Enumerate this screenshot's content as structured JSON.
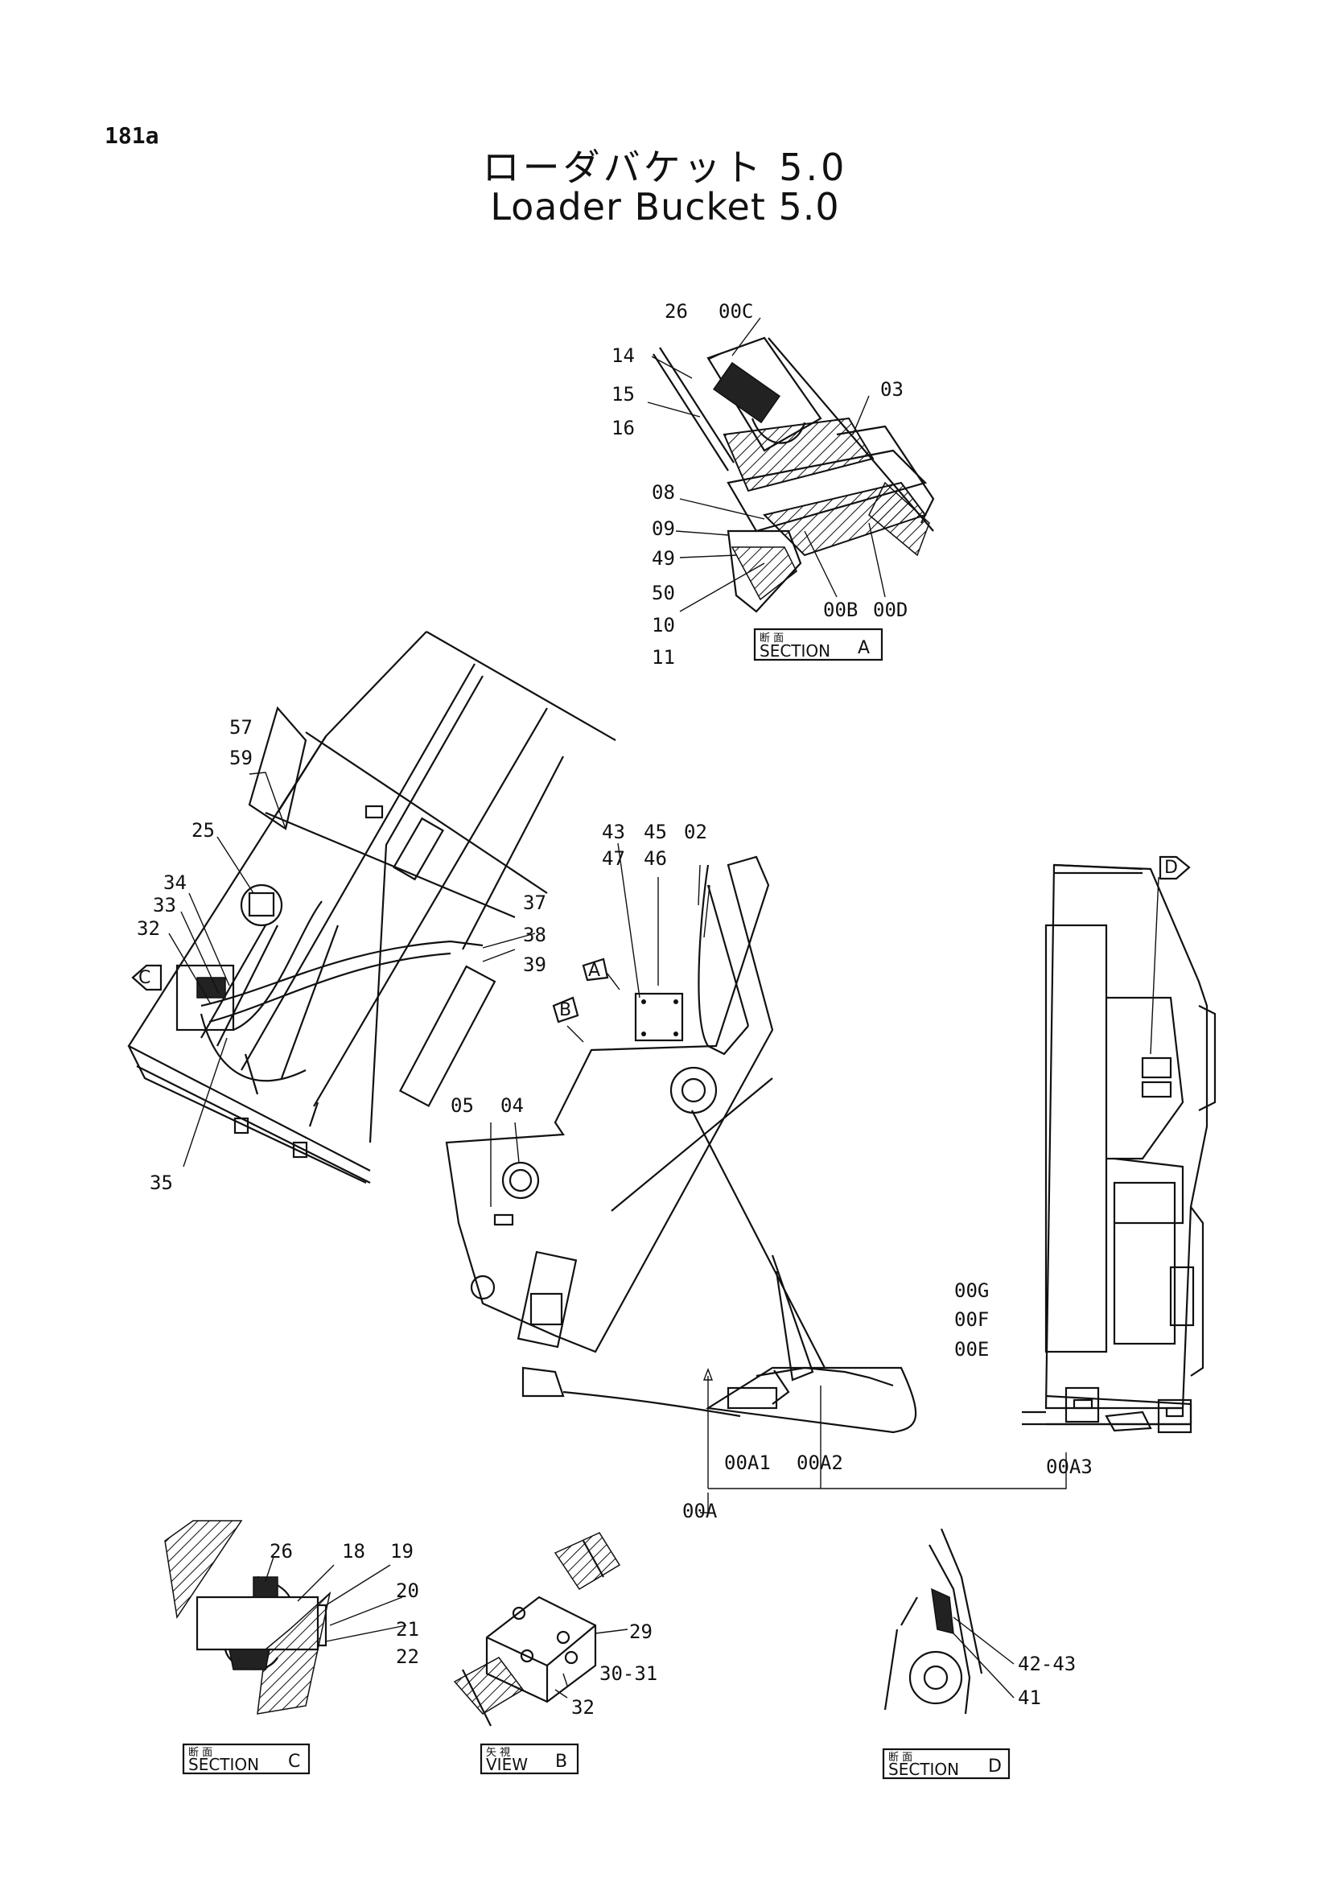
{
  "page_number": "181a",
  "title": {
    "japanese": "ローダバケット 5.0",
    "english": "Loader Bucket 5.0"
  },
  "sections": {
    "A": {
      "jp": "断 面",
      "en": "SECTION",
      "letter": "A"
    },
    "B": {
      "jp": "矢 視",
      "en": "VIEW",
      "letter": "B"
    },
    "C": {
      "jp": "断 面",
      "en": "SECTION",
      "letter": "C"
    },
    "D": {
      "jp": "断 面",
      "en": "SECTION",
      "letter": "D"
    }
  },
  "view_markers": [
    "A",
    "B",
    "C",
    "D"
  ],
  "callouts": {
    "c26a": "26",
    "c00C": "00C",
    "c14": "14",
    "c15": "15",
    "c16": "16",
    "c03": "03",
    "c08": "08",
    "c09": "09",
    "c49": "49",
    "c50": "50",
    "c10": "10",
    "c11": "11",
    "c00B": "00B",
    "c00D": "00D",
    "c57": "57",
    "c59": "59",
    "c25": "25",
    "c34": "34",
    "c33": "33",
    "c32a": "32",
    "c35": "35",
    "c37": "37",
    "c38": "38",
    "c39": "39",
    "c43": "43",
    "c47": "47",
    "c45": "45",
    "c46": "46",
    "c02": "02",
    "c05": "05",
    "c04": "04",
    "c00G": "00G",
    "c00F": "00F",
    "c00E": "00E",
    "c00A1": "00A1",
    "c00A2": "00A2",
    "c00A3": "00A3",
    "c00A": "00A",
    "c26b": "26",
    "c18": "18",
    "c19": "19",
    "c20": "20",
    "c21": "21",
    "c22": "22",
    "c29": "29",
    "c30_31": "30-31",
    "c32b": "32",
    "c42_43": "42-43",
    "c41": "41"
  }
}
